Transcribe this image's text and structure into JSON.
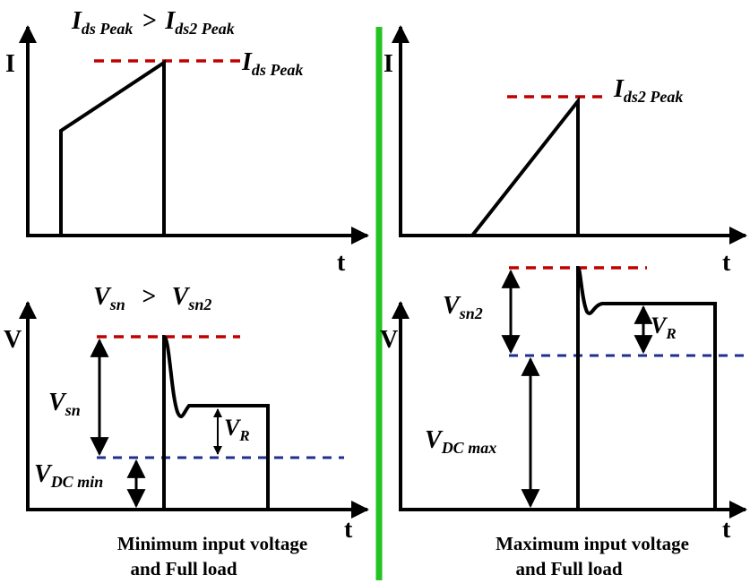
{
  "colors": {
    "divider": "#22c322",
    "peak_line": "#c00000",
    "dc_line": "#1f2f8f",
    "ink": "#000000"
  },
  "top_left": {
    "axis_y": "I",
    "axis_x": "t",
    "comparison": {
      "lhs_main": "I",
      "lhs_sub": "ds Peak",
      "op": ">",
      "rhs_main": "I",
      "rhs_sub": "ds2 Peak"
    },
    "peak_label": {
      "main": "I",
      "sub": "ds Peak"
    }
  },
  "top_right": {
    "axis_y": "I",
    "axis_x": "t",
    "peak_label": {
      "main": "I",
      "sub": "ds2 Peak"
    }
  },
  "bottom_left": {
    "axis_y": "V",
    "axis_x": "t",
    "comparison": {
      "lhs_main": "V",
      "lhs_sub": "sn",
      "op": ">",
      "rhs_main": "V",
      "rhs_sub": "sn2"
    },
    "vsn_label": {
      "main": "V",
      "sub": "sn"
    },
    "vr_label": {
      "main": "V",
      "sub": "R"
    },
    "vdc_label": {
      "main": "V",
      "sub": "DC min"
    },
    "caption_line1": "Minimum input voltage",
    "caption_line2": "and Full load"
  },
  "bottom_right": {
    "axis_y": "V",
    "axis_x": "t",
    "vsn_label": {
      "main": "V",
      "sub": "sn2"
    },
    "vr_label": {
      "main": "V",
      "sub": "R"
    },
    "vdc_label": {
      "main": "V",
      "sub": "DC max"
    },
    "caption_line1": "Maximum input voltage",
    "caption_line2": "and Full load"
  }
}
